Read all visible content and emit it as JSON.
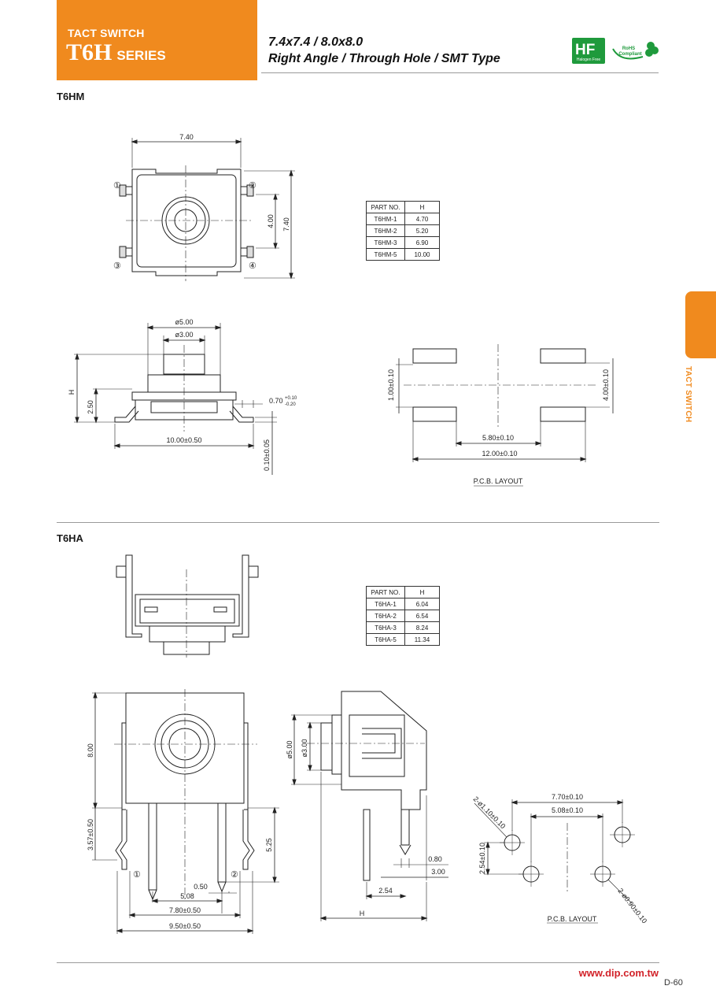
{
  "header": {
    "category": "TACT SWITCH",
    "model": "T6H",
    "series_word": "SERIES",
    "subtitle_line1": "7.4x7.4 / 8.0x8.0",
    "subtitle_line2": "Right Angle / Through Hole / SMT Type",
    "logos": {
      "halogen_free_text": "Halogen Free",
      "rohs_text_1": "RoHS",
      "rohs_text_2": "Compliant",
      "hf_color": "#1f9a3c",
      "rohs_color": "#1f9a3c"
    }
  },
  "side_tab": {
    "label": "TACT SWITCH",
    "color": "#f08a1e"
  },
  "sections": {
    "t6hm": {
      "title": "T6HM",
      "table": {
        "headers": [
          "PART NO.",
          "H"
        ],
        "rows": [
          [
            "T6HM-1",
            "4.70"
          ],
          [
            "T6HM-2",
            "5.20"
          ],
          [
            "T6HM-3",
            "6.90"
          ],
          [
            "T6HM-5",
            "10.00"
          ]
        ]
      },
      "top_view": {
        "dim_width": "7.40",
        "dim_inner": "4.00",
        "dim_height": "7.40",
        "pins": [
          "①",
          "②",
          "③",
          "④"
        ]
      },
      "side_view": {
        "d_outer": "ø5.00",
        "d_inner": "ø3.00",
        "h_label": "H",
        "dim_250": "2.50",
        "dim_070": "0.70",
        "tol_070_up": "+0.10",
        "tol_070_dn": "-0.20",
        "dim_len": "10.00±0.50",
        "dim_010": "0.10±0.05"
      },
      "pcb": {
        "dim_v_left": "1.00±0.10",
        "dim_v_right": "4.00±0.10",
        "dim_580": "5.80±0.10",
        "dim_1200": "12.00±0.10",
        "caption": "P.C.B. LAYOUT"
      }
    },
    "t6ha": {
      "title": "T6HA",
      "table": {
        "headers": [
          "PART NO.",
          "H"
        ],
        "rows": [
          [
            "T6HA-1",
            "6.04"
          ],
          [
            "T6HA-2",
            "6.54"
          ],
          [
            "T6HA-3",
            "8.24"
          ],
          [
            "T6HA-5",
            "11.34"
          ]
        ]
      },
      "front_view": {
        "dim_800": "8.00",
        "dim_357": "3.57±0.50",
        "dim_525": "5.25",
        "dim_050": "0.50",
        "dim_508": "5.08",
        "dim_780": "7.80±0.50",
        "dim_950": "9.50±0.50",
        "pins": [
          "①",
          "②"
        ]
      },
      "side_view": {
        "d_outer": "ø5.00",
        "d_inner": "ø3.00",
        "dim_080": "0.80",
        "dim_300": "3.00",
        "dim_254": "2.54",
        "h_label": "H"
      },
      "pcb": {
        "hole_big": "2-ø1.10±0.10",
        "hole_small": "2-ø0.90±0.10",
        "dim_770": "7.70±0.10",
        "dim_508": "5.08±0.10",
        "dim_254": "2.54±0.10",
        "caption": "P.C.B. LAYOUT"
      }
    }
  },
  "footer": {
    "url": "www.dip.com.tw",
    "page": "D-60",
    "url_color": "#d2232a"
  }
}
